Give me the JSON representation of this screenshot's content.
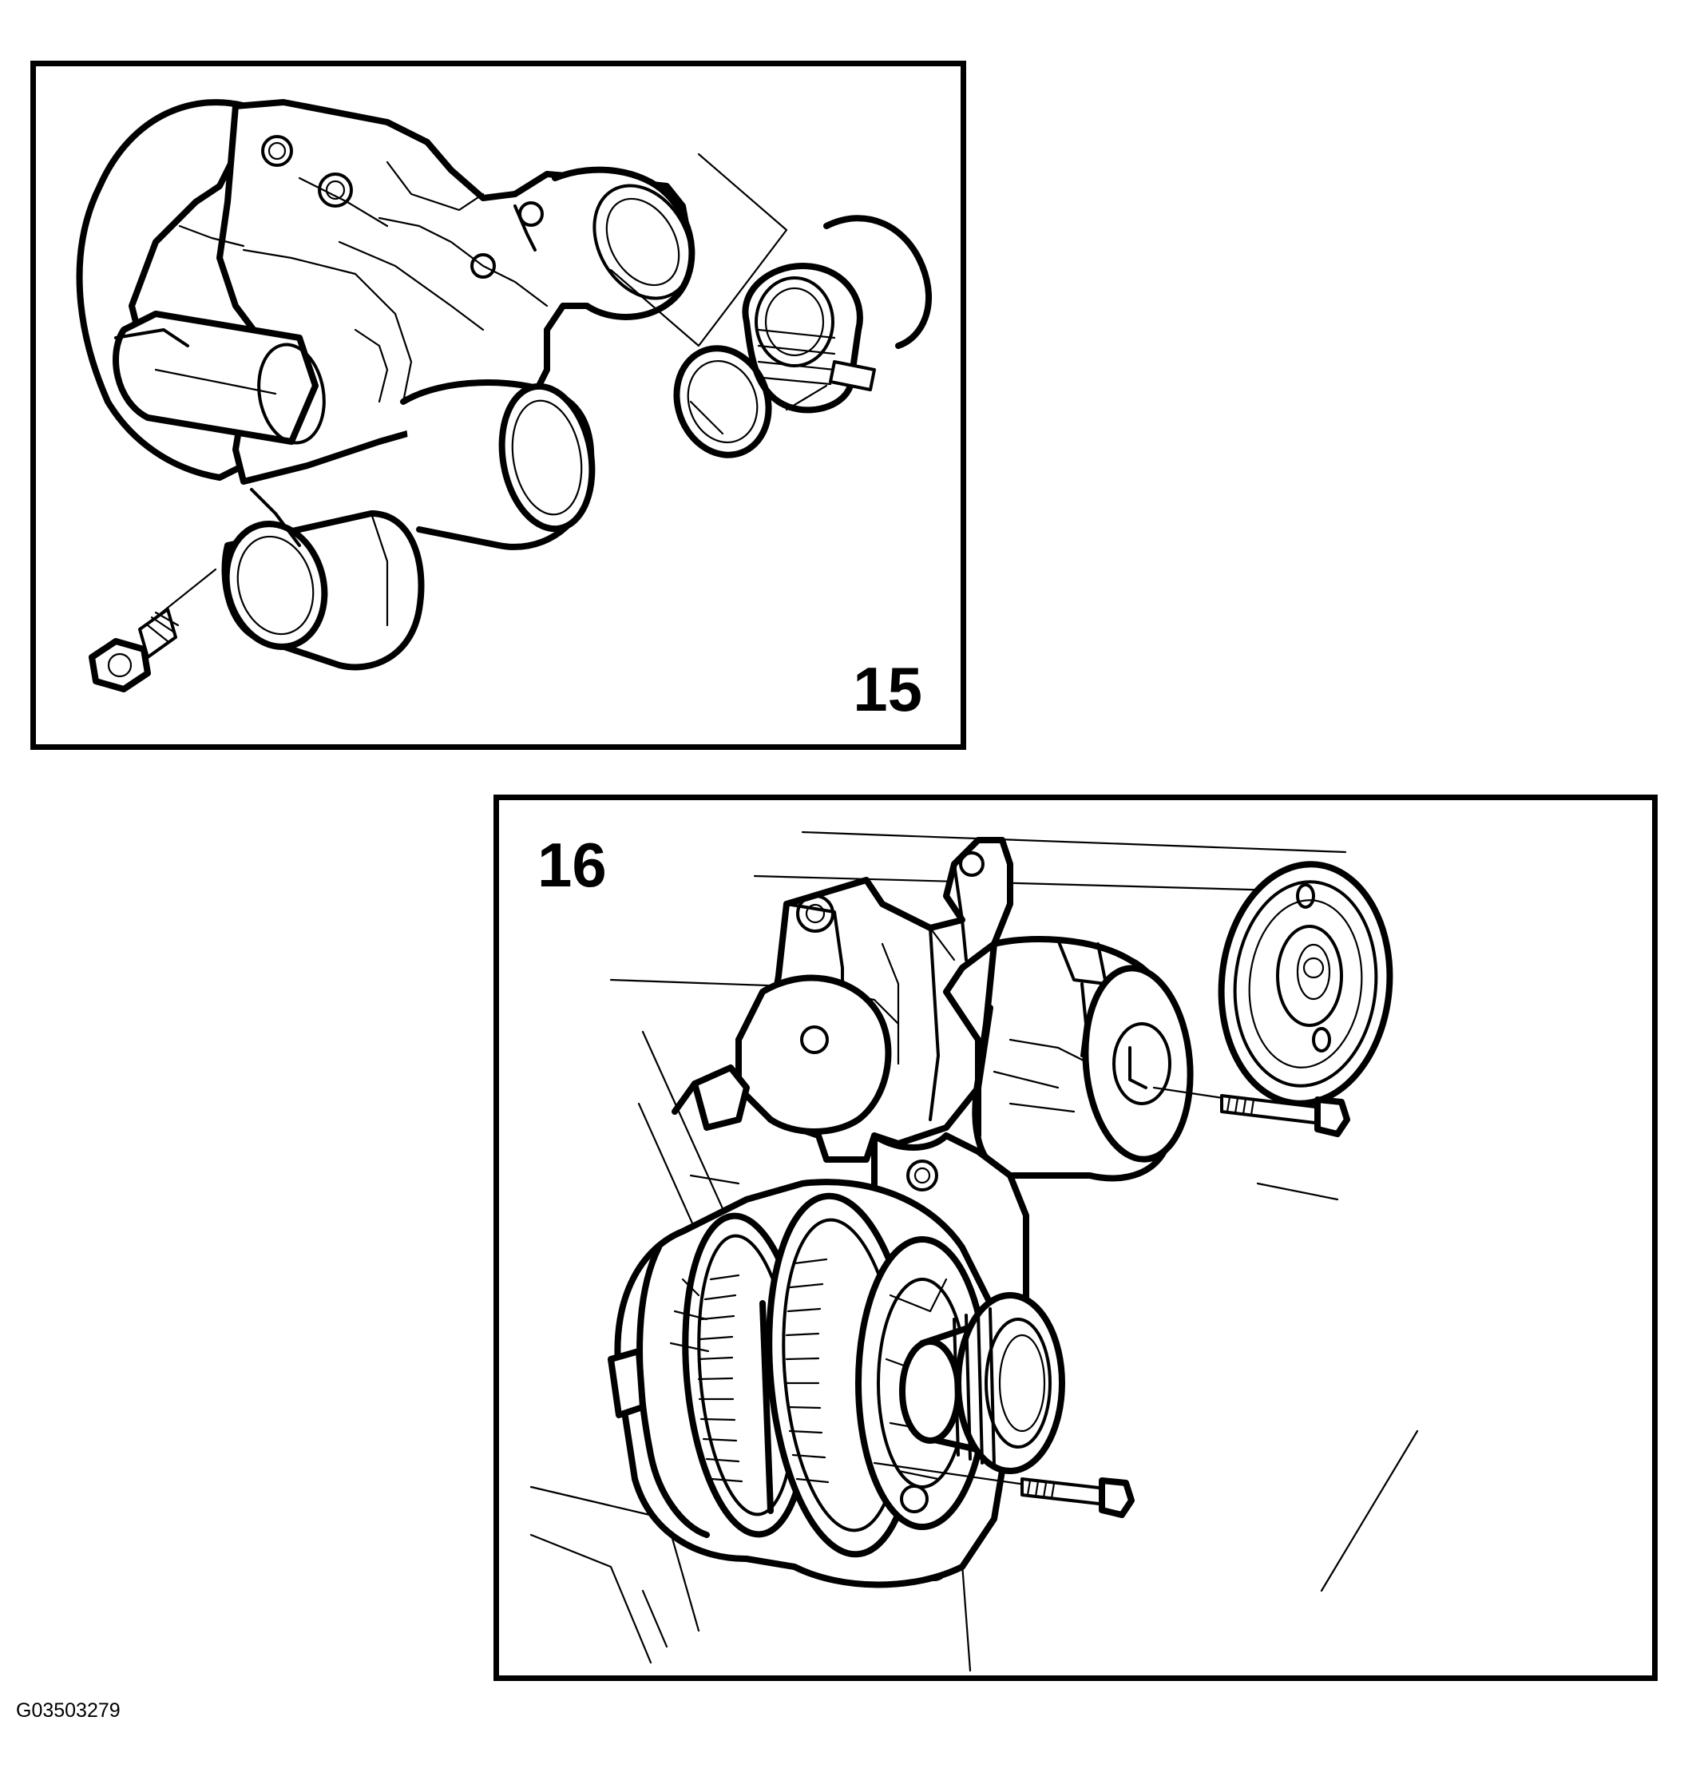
{
  "panels": [
    {
      "step": "15",
      "subject": "thermostat-housing-removal"
    },
    {
      "step": "16",
      "subject": "alternator-and-belt-tensioner-removal"
    }
  ],
  "figure_code": "G03503279",
  "colors": {
    "line": "#000000",
    "background": "#ffffff"
  }
}
